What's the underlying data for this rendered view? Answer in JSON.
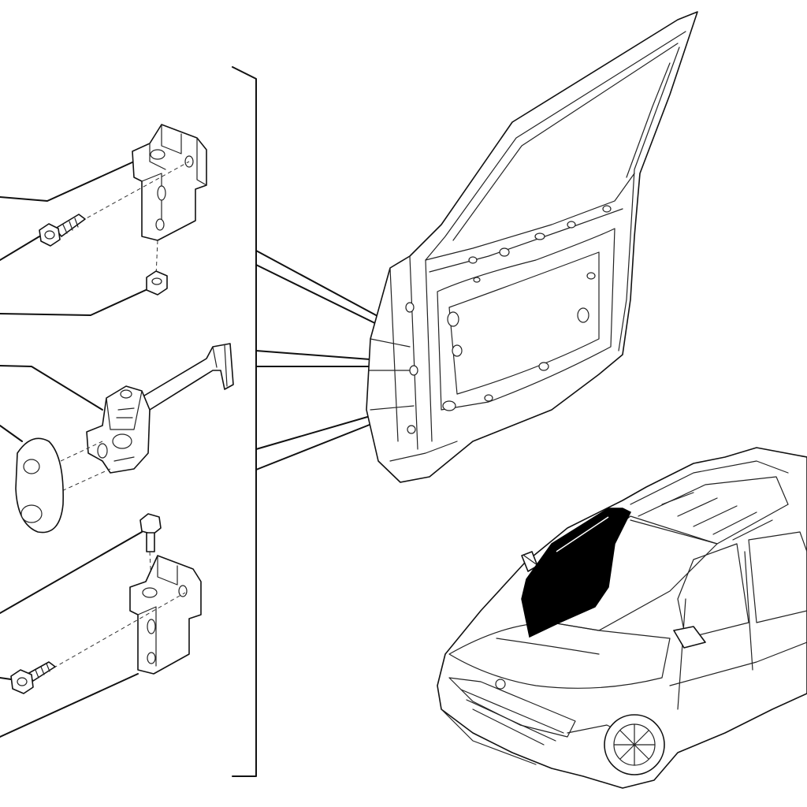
{
  "diagram": {
    "kind": "exploded-parts-illustration",
    "colors": {
      "line": "#111111",
      "background": "#ffffff",
      "highlight": "#000000"
    },
    "parts": [
      {
        "id": "upper-hinge",
        "icon": "door-hinge-icon"
      },
      {
        "id": "upper-hinge-bolt",
        "icon": "bolt-icon"
      },
      {
        "id": "upper-hinge-nut",
        "icon": "hex-nut-icon"
      },
      {
        "id": "door-check-strap",
        "icon": "door-check-icon"
      },
      {
        "id": "door-check-gasket",
        "icon": "gasket-icon"
      },
      {
        "id": "lower-hinge-bolt",
        "icon": "bolt-icon"
      },
      {
        "id": "lower-hinge",
        "icon": "door-hinge-icon"
      },
      {
        "id": "lower-hinge-side-bolt",
        "icon": "bolt-icon"
      }
    ],
    "assembly": {
      "id": "front-door-shell",
      "icon": "car-door-icon"
    },
    "locator": {
      "id": "vehicle-locator",
      "icon": "pickup-truck-icon",
      "highlighted_part": "front-left-door"
    }
  }
}
